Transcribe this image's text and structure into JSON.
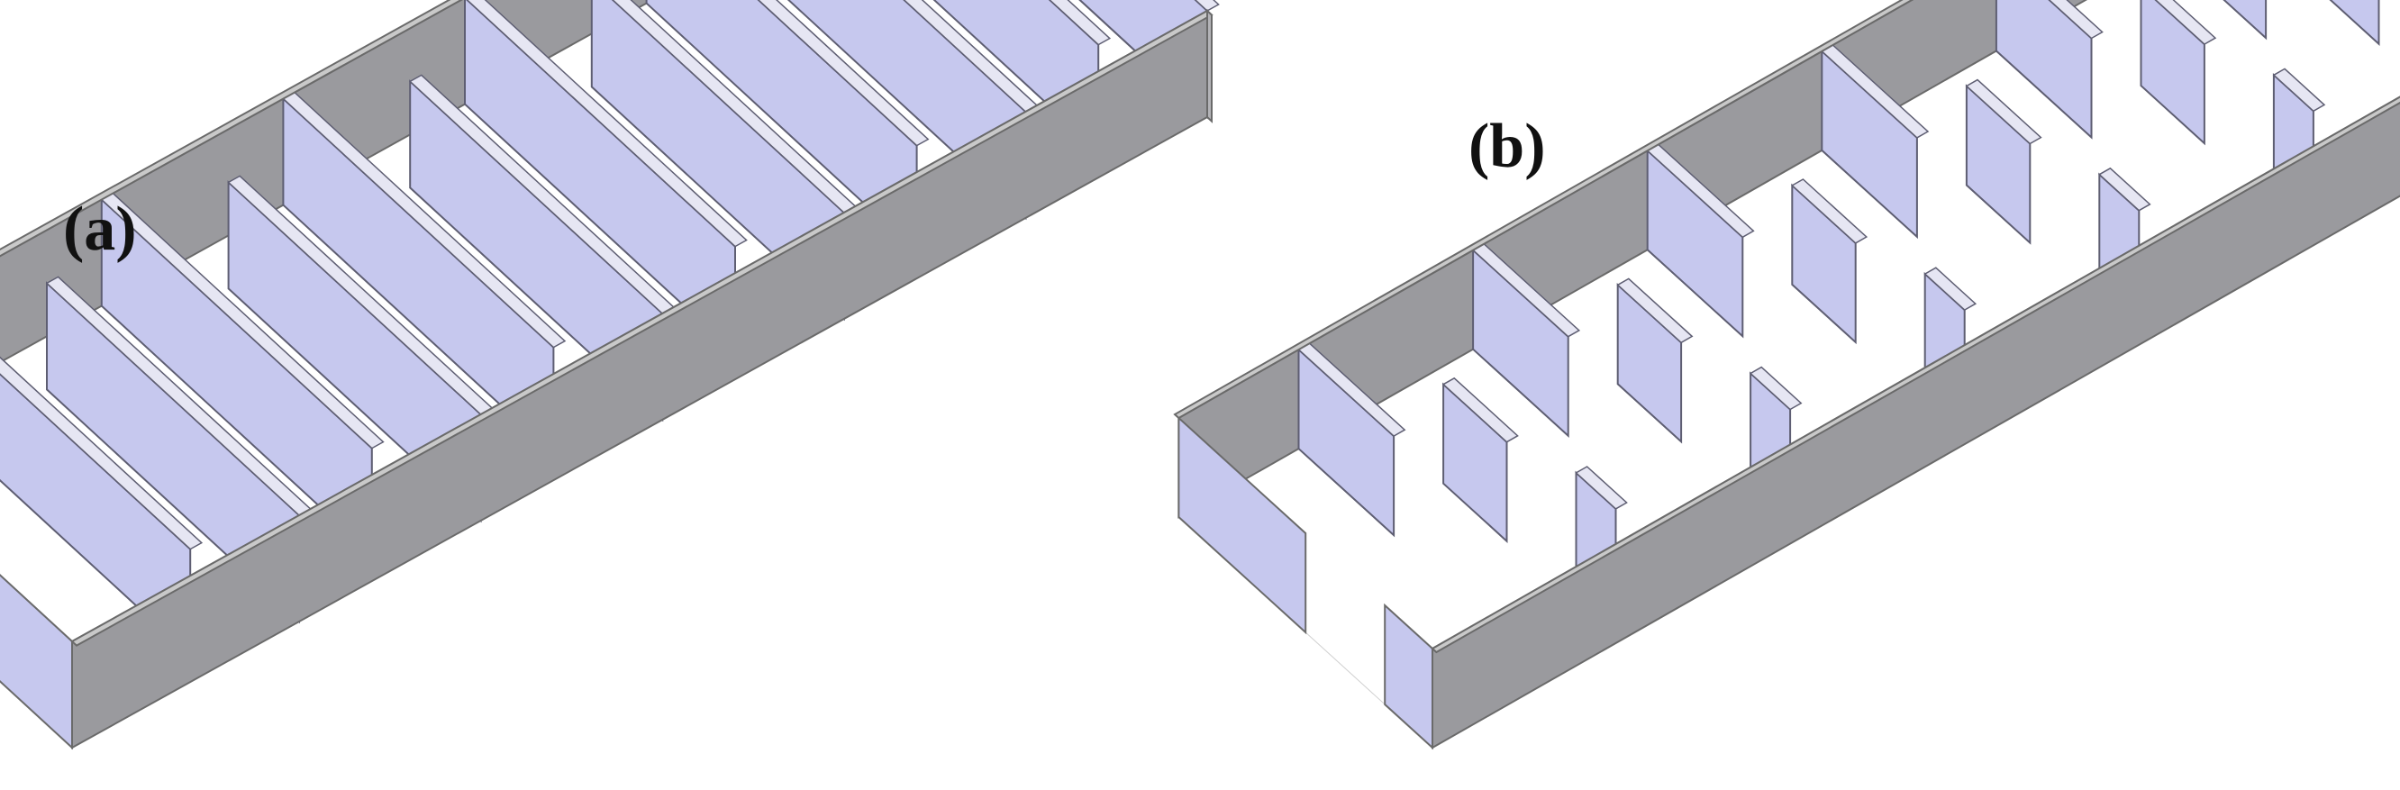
{
  "panels": [
    {
      "id": "a",
      "label": "(a)"
    },
    {
      "id": "b",
      "label": "(b)"
    }
  ],
  "colors": {
    "background": "#ffffff",
    "wall_gray": "#9a9a9e",
    "wall_gray_dark": "#7d7d82",
    "wall_top": "#c9c9c9",
    "baffle_lavender": "#c6c8ee",
    "baffle_edge": "#5e5e72",
    "floor": "#ffffff",
    "text": "#111111"
  }
}
